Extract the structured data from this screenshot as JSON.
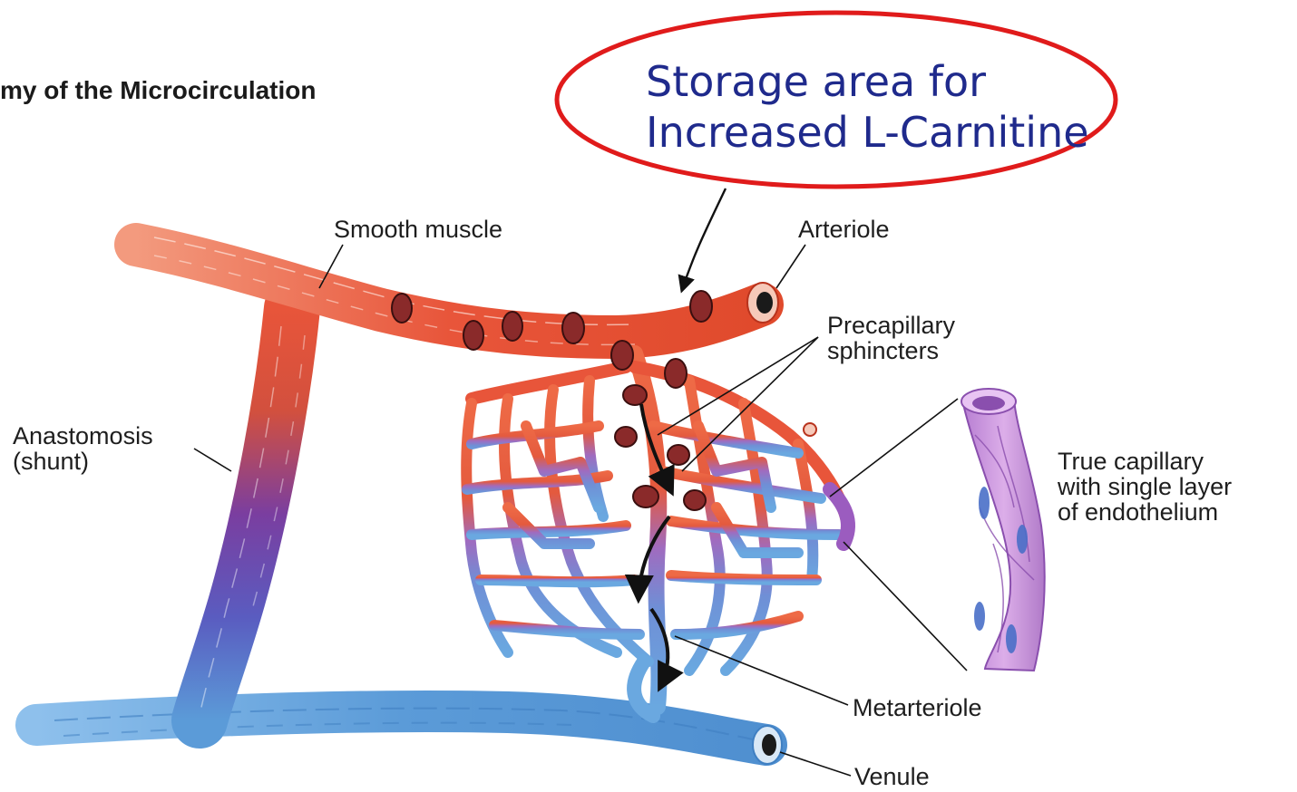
{
  "title": "my of the Microcirculation",
  "callout": {
    "line1": "Storage area for",
    "line2": "Increased L-Carnitine",
    "ring_color": "#e01b1b",
    "text_color": "#1f2a8c"
  },
  "labels": {
    "smooth_muscle": "Smooth muscle",
    "arteriole": "Arteriole",
    "precapillary_1": "Precapillary",
    "precapillary_2": "sphincters",
    "anastomosis_1": "Anastomosis",
    "anastomosis_2": "(shunt)",
    "true_cap_1": "True capillary",
    "true_cap_2": "with single layer",
    "true_cap_3": "of endothelium",
    "metarteriole": "Metarteriole",
    "venule": "Venule"
  },
  "colors": {
    "arterial": "#e8553a",
    "venous": "#5b9bd8",
    "capillary": "#a06bbf",
    "sphincter": "#8a2a2a"
  }
}
